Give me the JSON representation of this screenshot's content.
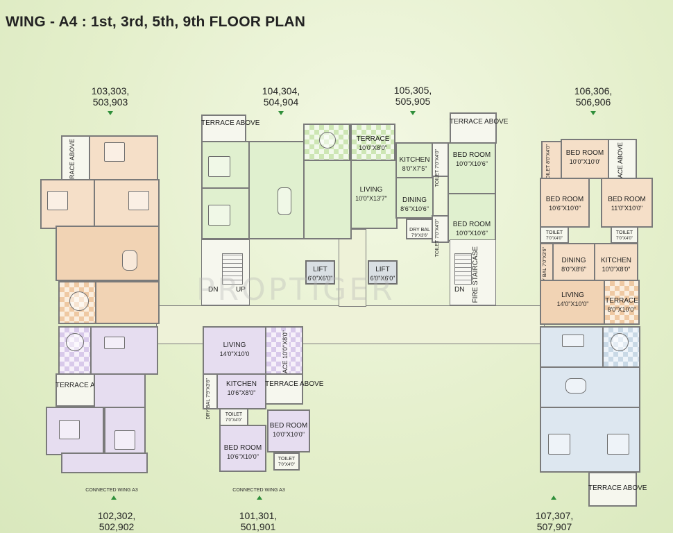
{
  "title": "WING - A4 : 1st, 3rd, 5th, 9th FLOOR PLAN",
  "units": {
    "top_left": [
      "103,303,",
      "503,903"
    ],
    "top_mid_left": [
      "104,304,",
      "504,904"
    ],
    "top_mid_right": [
      "105,305,",
      "505,905"
    ],
    "top_right": [
      "106,306,",
      "506,906"
    ],
    "bottom_left": [
      "102,302,",
      "502,902"
    ],
    "bottom_mid": [
      "101,301,",
      "501,901"
    ],
    "bottom_right": [
      "107,307,",
      "507,907"
    ]
  },
  "rooms": {
    "terrace_above": "TERRACE ABOVE",
    "terrace_above_vert": "TERRACE ABOVE",
    "terrace": "TERRACE",
    "terrace_105_dim": "10'0\"X8'0\"",
    "kitchen": "KITCHEN",
    "kitchen_105_dim": "8'0\"X7'5\"",
    "toilet": "TOILET",
    "toilet_105_dim": "7'0\"X4'0\"",
    "bed_room": "BED ROOM",
    "bed_105a_dim": "10'0\"X10'6\"",
    "bed_105b_dim": "10'0\"X10'6\"",
    "living": "LIVING",
    "living_105_dim": "10'0\"X13'7\"",
    "dining": "DINING",
    "dining_105_dim": "8'6\"X10'6\"",
    "dry_bal": "DRY BAL",
    "dry_bal_105_dim": "7'9\"X3'6\"",
    "lift": "LIFT",
    "lift_dim": "6'0\"X6'0\"",
    "dn": "DN",
    "up": "UP",
    "fire_staircase": "FIRE STAIRCASE",
    "bed_106a_dim": "10'0\"X10'0'",
    "bed_106b_dim": "10'6\"X10'0\"",
    "bed_106c_dim": "11'0\"X10'0\"",
    "toilet_106a_dim": "8'0\"X4'0\"",
    "toilet_106b_dim": "7'0\"X4'0\"",
    "toilet_106c_dim": "7'0\"X4'0\"",
    "dining_106_dim": "8'0\"X8'6\"",
    "kitchen_106_dim": "10'0\"X8'0\"",
    "dry_bal_106_dim": "7'0\"X3'6\"",
    "living_106_dim": "14'0\"X10'0\"",
    "terrace_106_dim": "8'0\"X10'0\"",
    "living_101_dim": "14'0\"X10'0",
    "terrace_101_dim": "10'0\"X8'0\"",
    "kitchen_101_dim": "10'6\"X8'0\"",
    "dry_bal_101_dim": "7'9\"X3'6\"",
    "toilet_101a_dim": "7'0\"X4'0\"",
    "toilet_101b_dim": "7'0\"X4'0\"",
    "bed_101a_dim": "10'0\"X10'0\"",
    "bed_101b_dim": "10'6\"X10'0\""
  },
  "connected": {
    "left": "CONNECTED WING A3",
    "mid": "CONNECTED WING A3"
  },
  "watermark": "PROPTIGER",
  "colors": {
    "accent": "#2f8f3a",
    "wall": "#7a7a7a"
  }
}
